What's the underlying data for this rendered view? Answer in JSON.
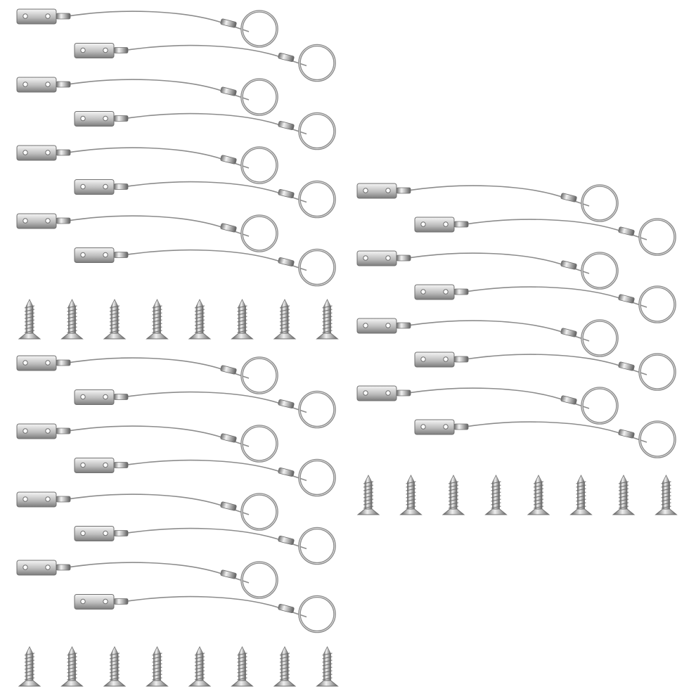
{
  "scene": {
    "background": "#ffffff",
    "metal_light": "#f4f4f4",
    "metal_mid": "#b9b9b9",
    "metal_dark": "#6f6f6f",
    "wire_color": "#8c8c8c",
    "ring_color": "#8a8a8a"
  },
  "groups": [
    {
      "name": "top-left-group",
      "lanyard_count": 8,
      "screw_count": 8
    },
    {
      "name": "bottom-left-group",
      "lanyard_count": 8,
      "screw_count": 8
    },
    {
      "name": "right-group",
      "lanyard_count": 8,
      "screw_count": 8
    }
  ]
}
